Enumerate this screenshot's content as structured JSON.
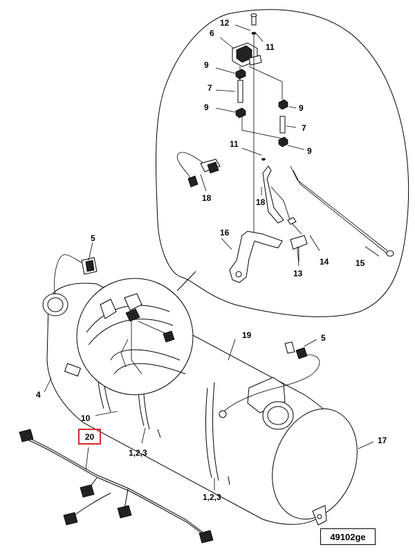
{
  "figure_id": "49102ge",
  "highlighted_callout": "20",
  "highlight_color": "#d62b2b",
  "callouts": {
    "c12": "12",
    "c11_top": "11",
    "c6": "6",
    "c9_a": "9",
    "c7_a": "7",
    "c9_b": "9",
    "c9_c": "9",
    "c7_b": "7",
    "c9_d": "9",
    "c11_mid": "11",
    "c18_a": "18",
    "c18_b": "18",
    "c16": "16",
    "c14": "14",
    "c15": "15",
    "c13": "13",
    "c5_left": "5",
    "c5_right": "5",
    "c19": "19",
    "c4": "4",
    "c10": "10",
    "c123_a": "1,2,3",
    "c123_b": "1,2,3",
    "c17": "17"
  }
}
